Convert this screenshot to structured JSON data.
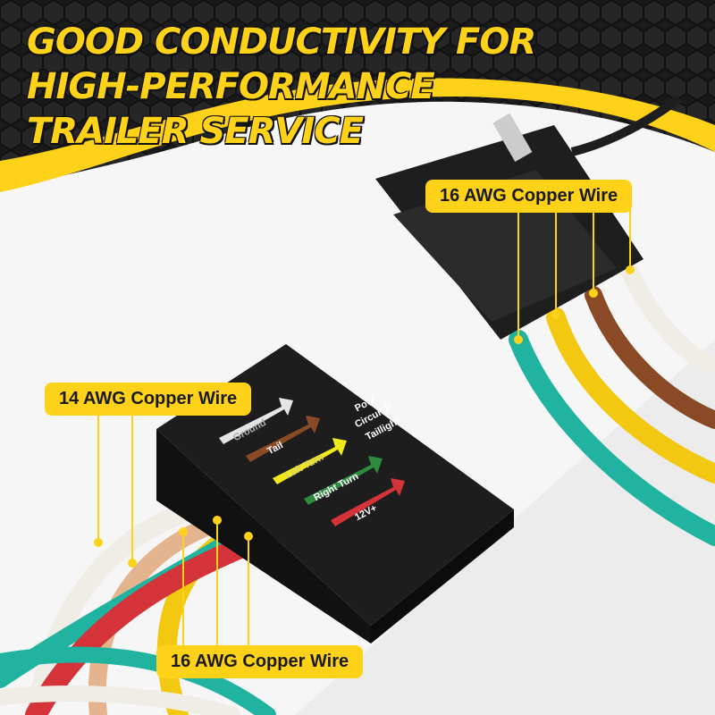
{
  "headline": "GOOD CONDUCTIVITY FOR HIGH-PERFORMANCE TRAILER SERVICE",
  "callouts": {
    "top_connector": "16 AWG Copper Wire",
    "left_box": "14 AWG Copper Wire",
    "bottom_box": "16 AWG Copper Wire"
  },
  "box_labels": {
    "ground": "Ground",
    "tail": "Tail",
    "left_turn": "Left Turn",
    "right_turn": "Right Turn",
    "power": "12V+",
    "side_text_1": "Pow",
    "side_text_2": "Circuit P",
    "side_text_3": "Taillight"
  },
  "colors": {
    "accent": "#ffd21a",
    "dark": "#1c1c1c",
    "wire_green": "#1fb3a0",
    "wire_yellow": "#f2c811",
    "wire_brown": "#8a4a26",
    "wire_white": "#f0ede6",
    "wire_red": "#d4333a"
  }
}
